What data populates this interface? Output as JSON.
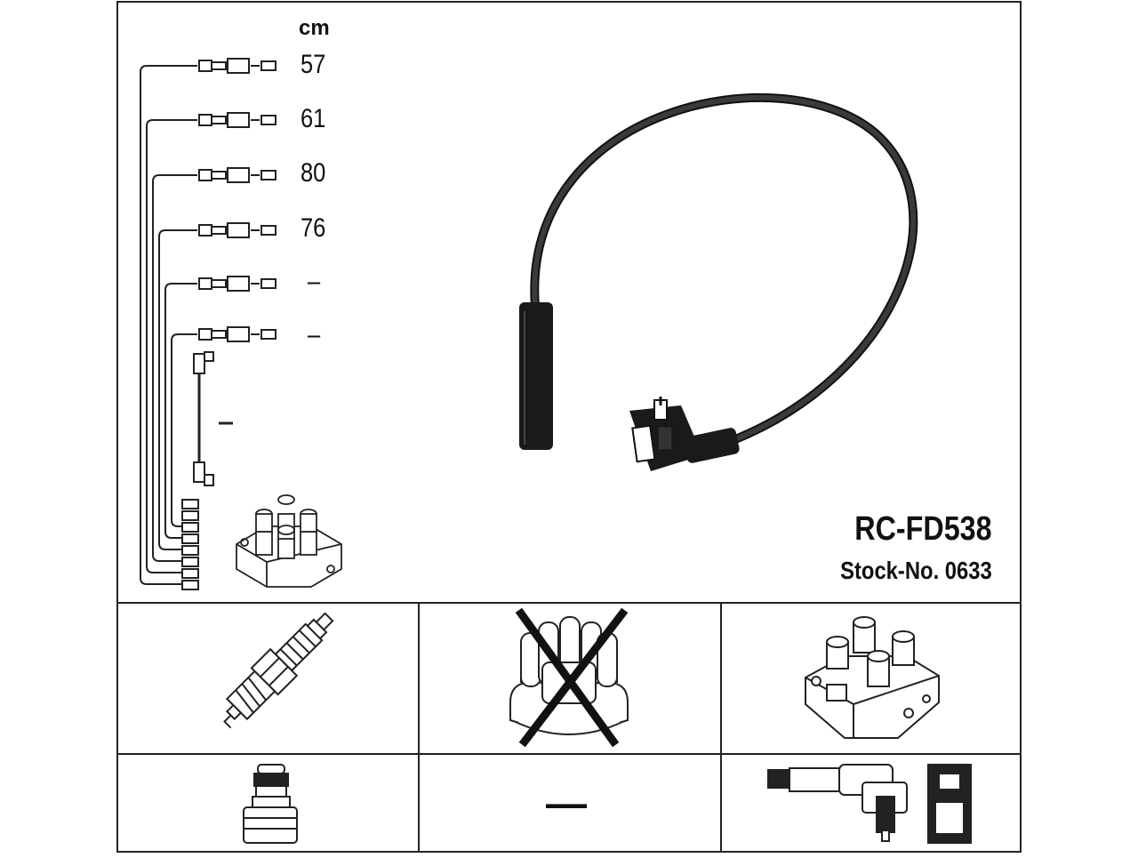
{
  "unit_label": "cm",
  "lengths": [
    {
      "label": "57"
    },
    {
      "label": "61"
    },
    {
      "label": "80"
    },
    {
      "label": "76"
    },
    {
      "label": "–"
    },
    {
      "label": "–"
    }
  ],
  "coil_wire_length": "–",
  "product": {
    "model": "RC-FD538",
    "stock_number": "Stock-No. 0633"
  },
  "cells": {
    "spark_plug": {
      "icon": "spark-plug-icon"
    },
    "distributor_cap": {
      "icon": "distributor-cap-icon",
      "crossed_out": true
    },
    "ignition_coil": {
      "icon": "ignition-coil-icon"
    },
    "plug_terminal": {
      "icon": "plug-terminal-icon"
    },
    "none_marker": {
      "label": "—"
    },
    "connectors": {
      "icon": "angled-connector-icon"
    }
  }
}
